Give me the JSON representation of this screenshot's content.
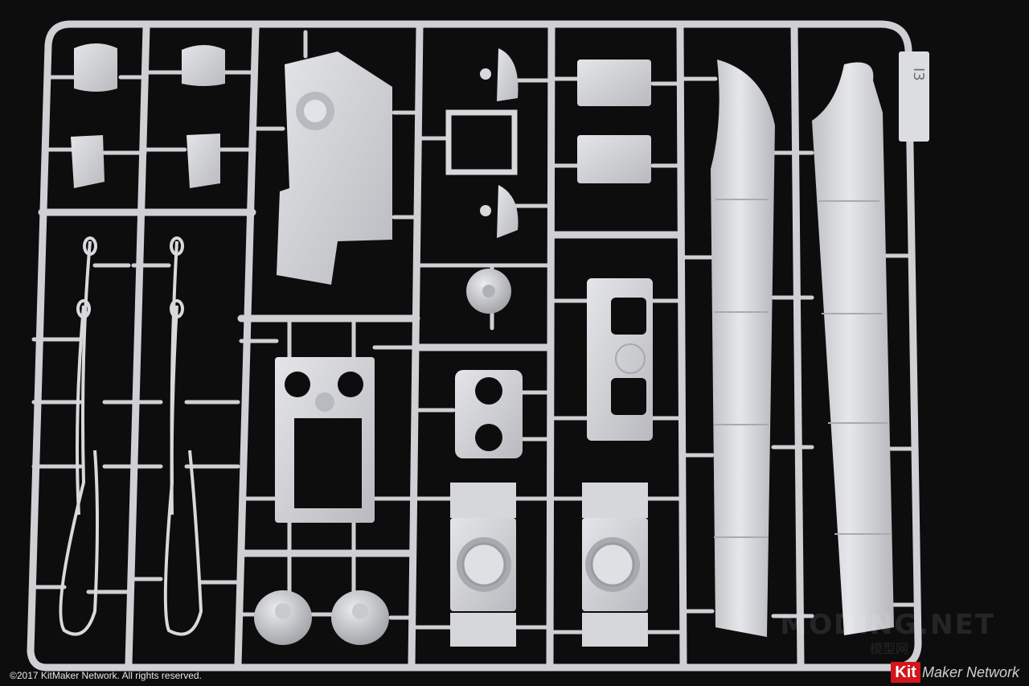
{
  "photo": {
    "sprue_letter": "I3",
    "colors": {
      "background": "#0d0d0e",
      "plastic": "#d2d3d6",
      "plastic_light": "#e6e7ea",
      "plastic_shadow": "#9c9da2"
    }
  },
  "copyright": "©2017 KitMaker Network. All rights reserved.",
  "watermark": {
    "site": "MODING.NET",
    "site_cn": "模型网",
    "brand_kit": "Kit",
    "brand_rest": "Maker Network"
  }
}
